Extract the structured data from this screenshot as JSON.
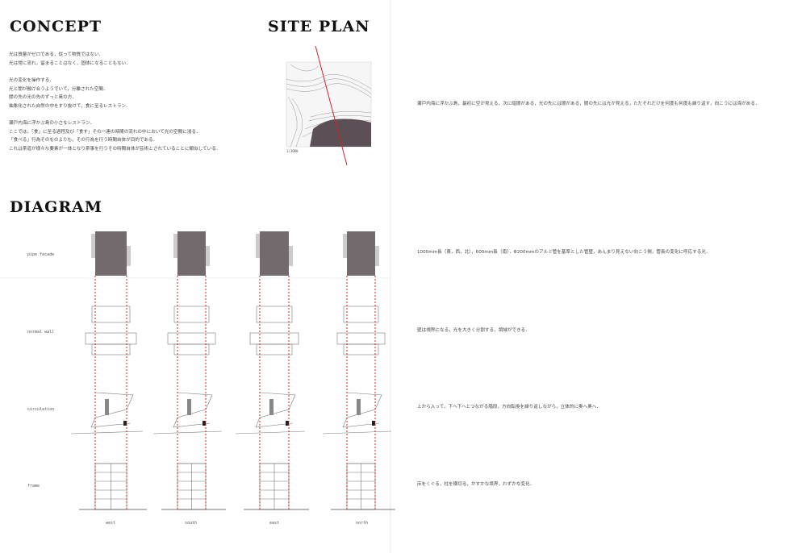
{
  "headings": {
    "concept": "CONCEPT",
    "site_plan": "SITE PLAN",
    "diagram": "DIAGRAM"
  },
  "concept": {
    "p1": "光は質量がゼロである，従って物質ではない．\n光は常に流れ，留まることはなく，固体になることもない．",
    "p2": "光の変化を操作する．\n光と闇が融け合うようでいて，分離された空間．\n闇の先の光の先のずっと奥の方．\n抽象化された自然の中をすり抜けて，食に至るレストラン．",
    "p3": "瀬戸内海に浮かぶ島の小さなレストラン．\nここでは，「食」に至る過程及び「食す」その一連の時間の流れの中において光の空間に浸る．\n「食べる」行為そのものよりも，その行為を行う時間自体が目的である．\nこれは茶道が様々な要素が一体となり茶事を行うその時間自体が芸術とされていることに類似している．"
  },
  "site": {
    "scale": "1/3000",
    "description": "瀬戸内海に浮かぶ島，最初に空が見える，次に暗闇がある，光の先には闇がある，闇の先には光が見える，ただそれだけを何度も何度も繰り返す，向こうには海がある．"
  },
  "layers": [
    {
      "label": "pipe facade",
      "description": "1000mm長（東，西，北），600mm長（南），Φ200mmのアルミ管を基準とした管壁，あんまり見えない向こう側，管長の変化に呼応する光．"
    },
    {
      "label": "normal wall",
      "description": "壁は視界になる，光を大きく分割する，領域ができる．"
    },
    {
      "label": "circulation",
      "description": "上から入って，下へ下へとつながる階段，方向転換を繰り返しながら，立体的に奥へ奥へ．"
    },
    {
      "label": "frame",
      "description": "床をくぐる，柱を横切る，かすかな境界，わずかな変化．"
    }
  ],
  "elevations": [
    "west",
    "south",
    "east",
    "north"
  ],
  "colors": {
    "accent": "#d2232a",
    "dark": "#5a5055"
  }
}
